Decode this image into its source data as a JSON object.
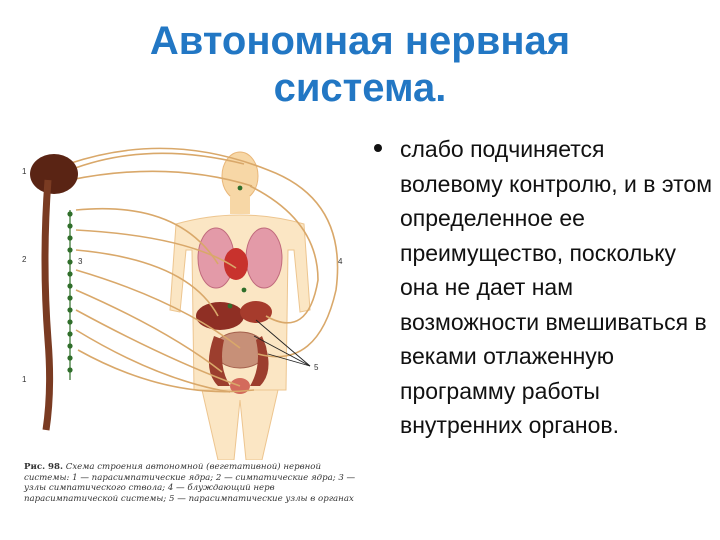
{
  "slide": {
    "title_line1": "Автономная нервная",
    "title_line2": "система.",
    "bullet_text": "слабо подчиняется волевому контролю, и в этом определенное ее преимущество, поскольку она не дает нам возможности вмешиваться в веками отлаженную программу работы внутренних органов."
  },
  "figure": {
    "labels": {
      "l1_top": "1",
      "l2": "2",
      "l3": "3",
      "l4": "4",
      "l5": "5",
      "l1_bottom": "1"
    },
    "caption": {
      "title": "Рис. 98.",
      "text": "Схема строения автономной (вегетативной) нервной системы: 1 — парасимпатические ядра; 2 — симпатические ядра; 3 — узлы симпатического ствола; 4 — блуждающий нерв парасимпатической системы; 5 — парасимпатические узлы в органах"
    },
    "colors": {
      "nerve": "#d9a86a",
      "body": "#f7d7a6",
      "spine": "#7a3b22",
      "ganglion": "#2f6e2a"
    }
  }
}
